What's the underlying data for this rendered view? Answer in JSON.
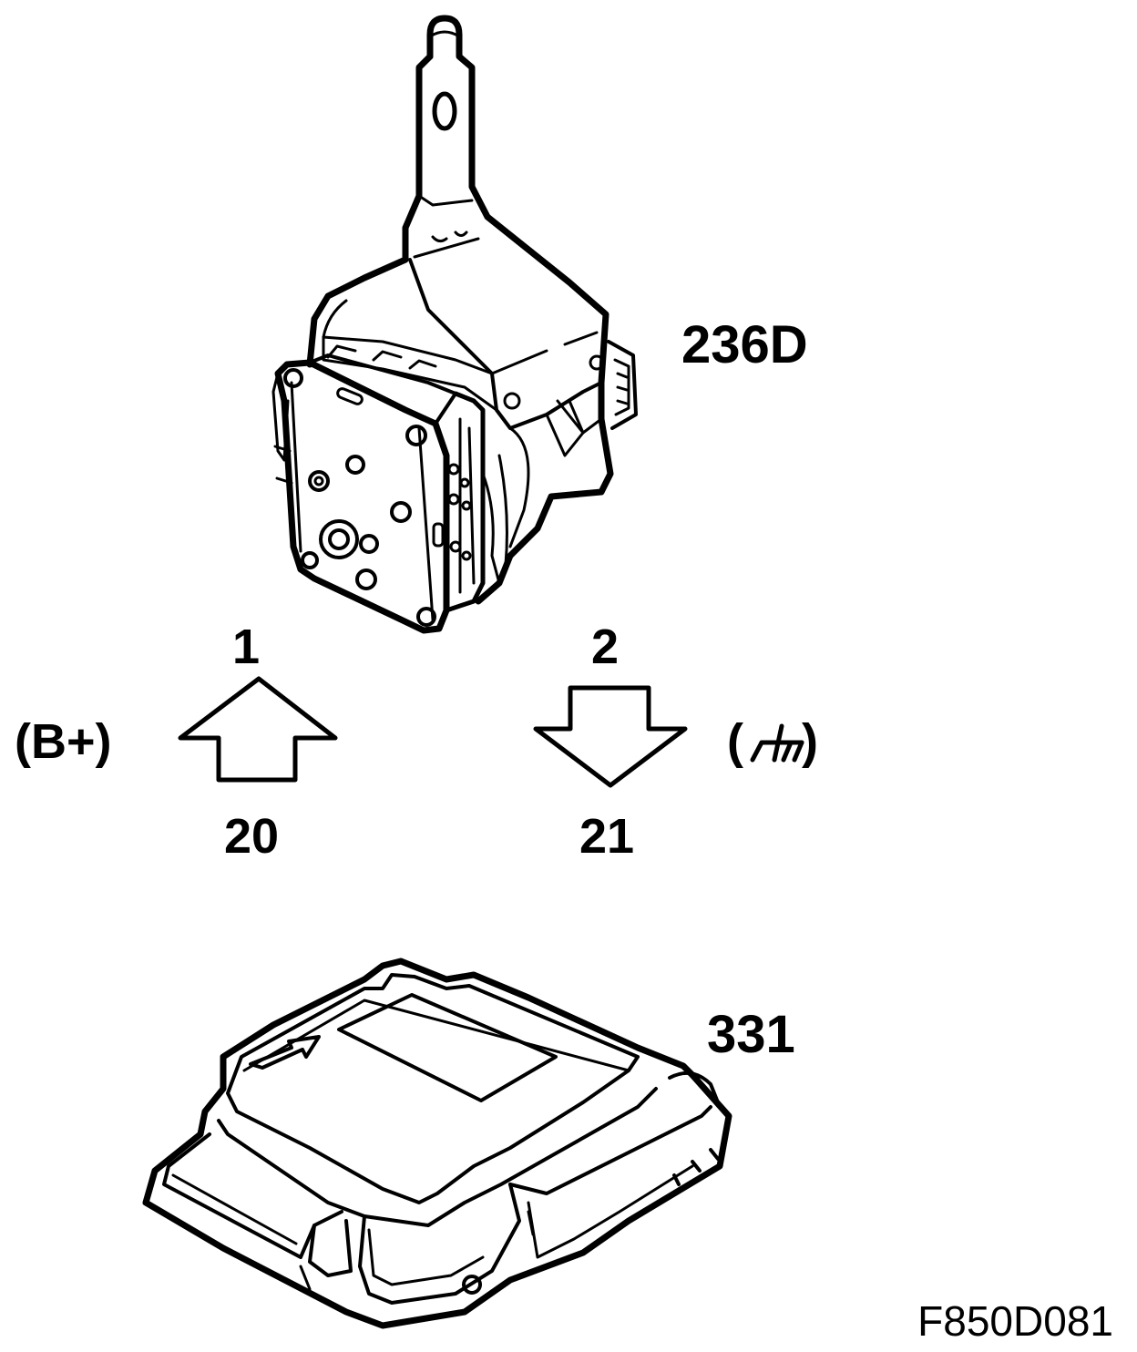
{
  "labels": {
    "motor": "236D",
    "module": "331",
    "pin_top_left": "1",
    "pin_top_right": "2",
    "pin_bottom_left": "20",
    "pin_bottom_right": "21",
    "supply": "(B+)",
    "ground_open": "(",
    "ground_close": ")",
    "figure_code": "F850D081"
  },
  "icons": {
    "up_arrow": "up-arrow-icon",
    "down_arrow": "down-arrow-icon",
    "ground": "ground-symbol-icon"
  },
  "colors": {
    "ink": "#000000",
    "paper": "#ffffff"
  }
}
